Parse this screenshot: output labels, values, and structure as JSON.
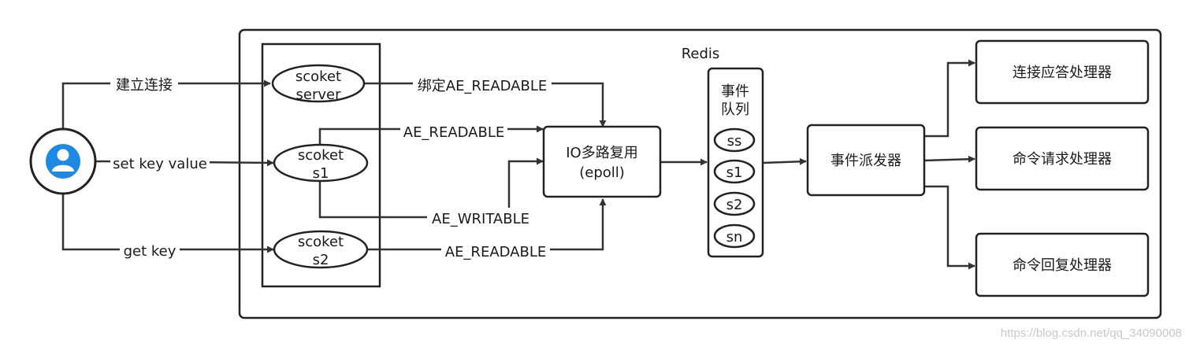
{
  "container": {
    "title": "Redis"
  },
  "client": {
    "icon": "user-avatar-icon"
  },
  "requests": {
    "connect": "建立连接",
    "set": "set key value",
    "get": "get key"
  },
  "sockets": {
    "server": {
      "line1": "scoket",
      "line2": "server"
    },
    "s1": {
      "line1": "scoket",
      "line2": "s1"
    },
    "s2": {
      "line1": "scoket",
      "line2": "s2"
    }
  },
  "events": {
    "bind_readable": "绑定AE_READABLE",
    "s1_readable": "AE_READABLE",
    "s1_writable": "AE_WRITABLE",
    "s2_readable": "AE_READABLE"
  },
  "multiplexer": {
    "line1": "IO多路复用",
    "line2": "(epoll)"
  },
  "queue": {
    "title_line1": "事件",
    "title_line2": "队列",
    "items": [
      "ss",
      "s1",
      "s2",
      "sn"
    ]
  },
  "dispatcher": {
    "label": "事件派发器"
  },
  "handlers": [
    "连接应答处理器",
    "命令请求处理器",
    "命令回复处理器"
  ],
  "watermark": "https://blog.csdn.net/qq_34090008",
  "colors": {
    "avatar_blue": "#1e88e5",
    "stroke": "#222222"
  }
}
